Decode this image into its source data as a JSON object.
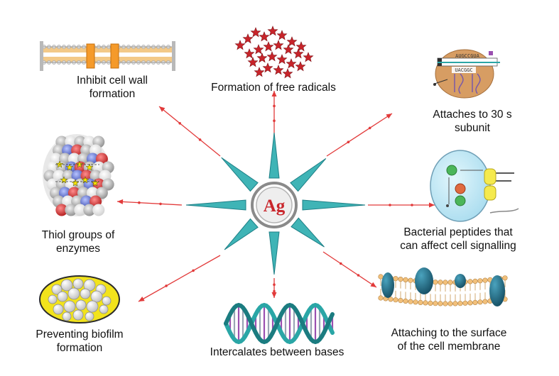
{
  "center": {
    "label": "Ag"
  },
  "mechanisms": [
    {
      "line1": "Inhibit cell wall",
      "line2": "formation"
    },
    {
      "line1": "Formation of free radicals",
      "line2": ""
    },
    {
      "line1": "Attaches to 30 s",
      "line2": "subunit"
    },
    {
      "line1": "Thiol groups of",
      "line2": "enzymes"
    },
    {
      "line1": "Bacterial peptides that",
      "line2": "can affect cell signalling"
    },
    {
      "line1": "Preventing biofilm",
      "line2": "formation"
    },
    {
      "line1": "Intercalates between bases",
      "line2": ""
    },
    {
      "line1": "Attaching to the surface",
      "line2": "of the cell membrane"
    }
  ],
  "ribosome": {
    "top_bases": "AUGCCGUA",
    "bottom_bases": "UACGGC"
  },
  "colors": {
    "arrow": "#e23a3a",
    "spike": "#3fb4b6",
    "spike_edge": "#1d7f86",
    "ag_text": "#c9262c",
    "star": "#c8242a",
    "membrane": "#f3c988",
    "channel": "#f59a2a",
    "biofilm": "#f2e31c",
    "membrane_protein": "#1f6c86",
    "cell": "#bfe6f3",
    "dna": "#2aa6a6"
  },
  "icons": [
    "cell-wall-icon",
    "free-radicals-icon",
    "ribosome-icon",
    "protein-icon",
    "cell-signalling-icon",
    "biofilm-icon",
    "dna-helix-icon",
    "cell-membrane-icon"
  ]
}
